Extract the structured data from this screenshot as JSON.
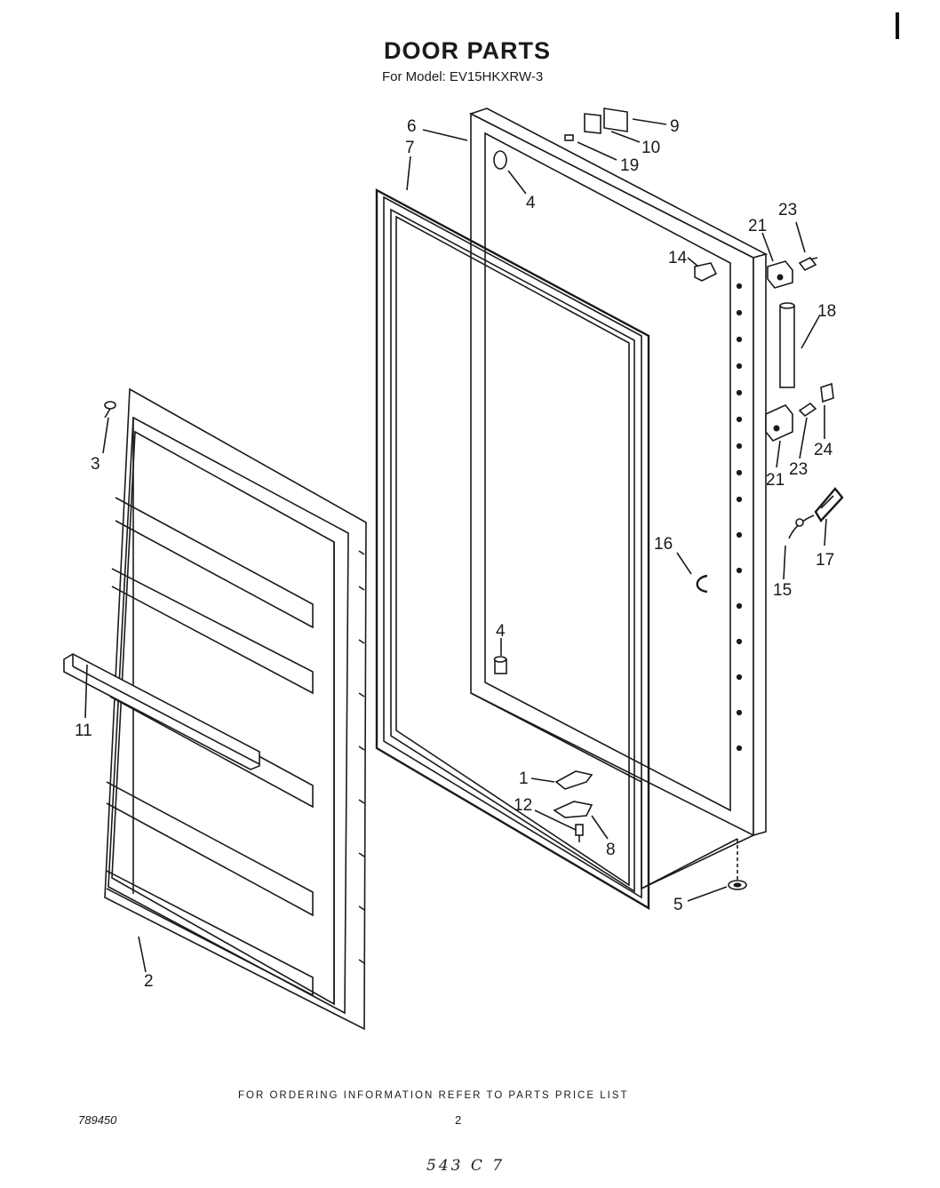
{
  "header": {
    "title": "DOOR PARTS",
    "subtitle": "For Model: EV15HKXRW-3"
  },
  "footer": {
    "ordering_note": "FOR ORDERING INFORMATION REFER TO PARTS PRICE LIST",
    "document_number": "789450",
    "page_number": "2",
    "handwritten_note": "543 C 7"
  },
  "callouts": [
    {
      "id": "c6",
      "label": "6"
    },
    {
      "id": "c7",
      "label": "7"
    },
    {
      "id": "c9",
      "label": "9"
    },
    {
      "id": "c10",
      "label": "10"
    },
    {
      "id": "c19",
      "label": "19"
    },
    {
      "id": "c4a",
      "label": "4"
    },
    {
      "id": "c23a",
      "label": "23"
    },
    {
      "id": "c21a",
      "label": "21"
    },
    {
      "id": "c14",
      "label": "14"
    },
    {
      "id": "c18",
      "label": "18"
    },
    {
      "id": "c3",
      "label": "3"
    },
    {
      "id": "c24",
      "label": "24"
    },
    {
      "id": "c21b",
      "label": "21"
    },
    {
      "id": "c23b",
      "label": "23"
    },
    {
      "id": "c17",
      "label": "17"
    },
    {
      "id": "c16",
      "label": "16"
    },
    {
      "id": "c15",
      "label": "15"
    },
    {
      "id": "c4b",
      "label": "4"
    },
    {
      "id": "c11",
      "label": "11"
    },
    {
      "id": "c1",
      "label": "1"
    },
    {
      "id": "c12",
      "label": "12"
    },
    {
      "id": "c8",
      "label": "8"
    },
    {
      "id": "c5",
      "label": "5"
    },
    {
      "id": "c2",
      "label": "2"
    }
  ]
}
